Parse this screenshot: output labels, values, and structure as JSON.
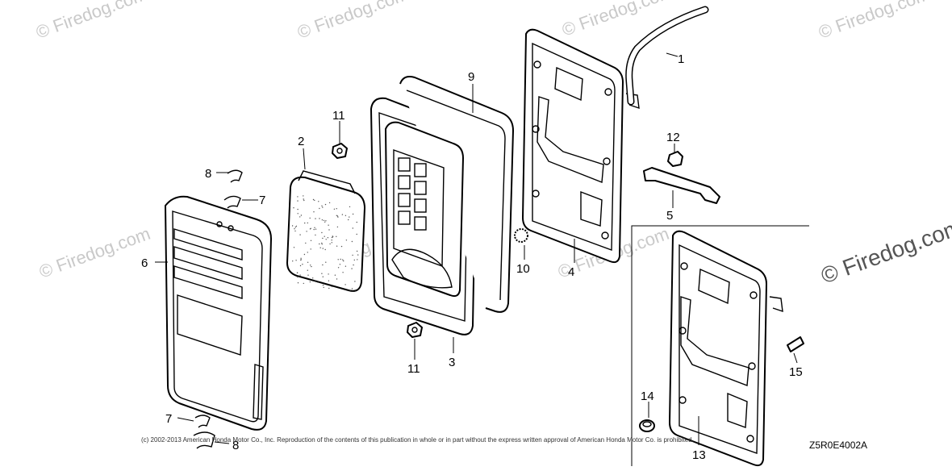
{
  "watermarks": {
    "small": "© Firedog.com",
    "large": "© Firedog.com"
  },
  "callouts": {
    "c1": "1",
    "c2": "2",
    "c3": "3",
    "c4": "4",
    "c5": "5",
    "c6": "6",
    "c7a": "7",
    "c7b": "7",
    "c8a": "8",
    "c8b": "8",
    "c9": "9",
    "c10": "10",
    "c11a": "11",
    "c11b": "11",
    "c12": "12",
    "c13": "13",
    "c14": "14",
    "c15": "15"
  },
  "copyright": "(c) 2002-2013 American Honda Motor Co., Inc. Reproduction of the contents of this publication in whole or in part without the express written approval of American Honda Motor Co. is prohibited.",
  "diagram_code": "Z5R0E4002A"
}
